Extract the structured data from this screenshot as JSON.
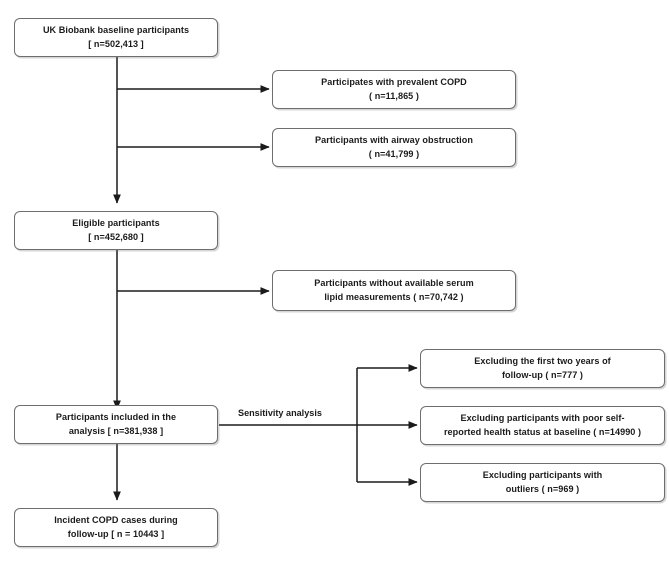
{
  "figure": {
    "type": "flowchart",
    "orientation": "top-to-bottom",
    "title": "",
    "background_color": "#ffffff",
    "box_border_color": "#6e6e6e",
    "text_color": "#1b1b1b",
    "connector_color": "#1b1b1b"
  },
  "nodes": {
    "baseline": {
      "line1": "UK Biobank baseline participants",
      "line2": "[ n=502,413 ]",
      "text": "UK Biobank baseline participants\n[ n=502,413 ]",
      "count": "502,413"
    },
    "exclude_prevalent_copd": {
      "line1": "Participates with prevalent COPD",
      "line2": "( n=11,865 )",
      "text": "Participates with prevalent COPD\n( n=11,865 )",
      "count": "11,865"
    },
    "exclude_airway_obstruction": {
      "line1": "Participants with airway obstruction",
      "line2": "( n=41,799 )",
      "text": "Participants with airway obstruction\n( n=41,799 )",
      "count": "41,799"
    },
    "eligible": {
      "line1": "Eligible participants",
      "line2": "[ n=452,680 ]",
      "text": "Eligible participants\n[ n=452,680 ]",
      "count": "452,680"
    },
    "exclude_no_lipids": {
      "line1": "Participants without available serum",
      "line2": "lipid measurements  ( n=70,742 )",
      "text": "Participants without available serum\nlipid measurements  ( n=70,742 )",
      "count": "70,742"
    },
    "analysis": {
      "line1": "Participants included in the",
      "line2": "analysis [ n=381,938 ]",
      "text": "Participants included in the\nanalysis [ n=381,938 ]",
      "count": "381,938"
    },
    "incident_cases": {
      "line1": "Incident COPD cases during",
      "line2": "follow-up [ n = 10443 ]",
      "text": "Incident COPD cases during\nfollow-up [ n = 10443 ]",
      "count": "10443"
    },
    "sens_first_two_years": {
      "line1": "Excluding the first two years of",
      "line2": "follow-up ( n=777 )",
      "text": "Excluding the first two years of\nfollow-up ( n=777 )",
      "count": "777"
    },
    "sens_poor_health": {
      "line1": "Excluding participants with poor self-",
      "line2": "reported health status at baseline ( n=14990 )",
      "text": "Excluding participants with poor self-\nreported health status at baseline ( n=14990 )",
      "count": "14990"
    },
    "sens_outliers": {
      "line1": "Excluding participants with",
      "line2": "outliers ( n=969 )",
      "text": "Excluding participants with\noutliers ( n=969 )",
      "count": "969"
    }
  },
  "edge_labels": {
    "sensitivity_analysis": "Sensitivity analysis"
  }
}
